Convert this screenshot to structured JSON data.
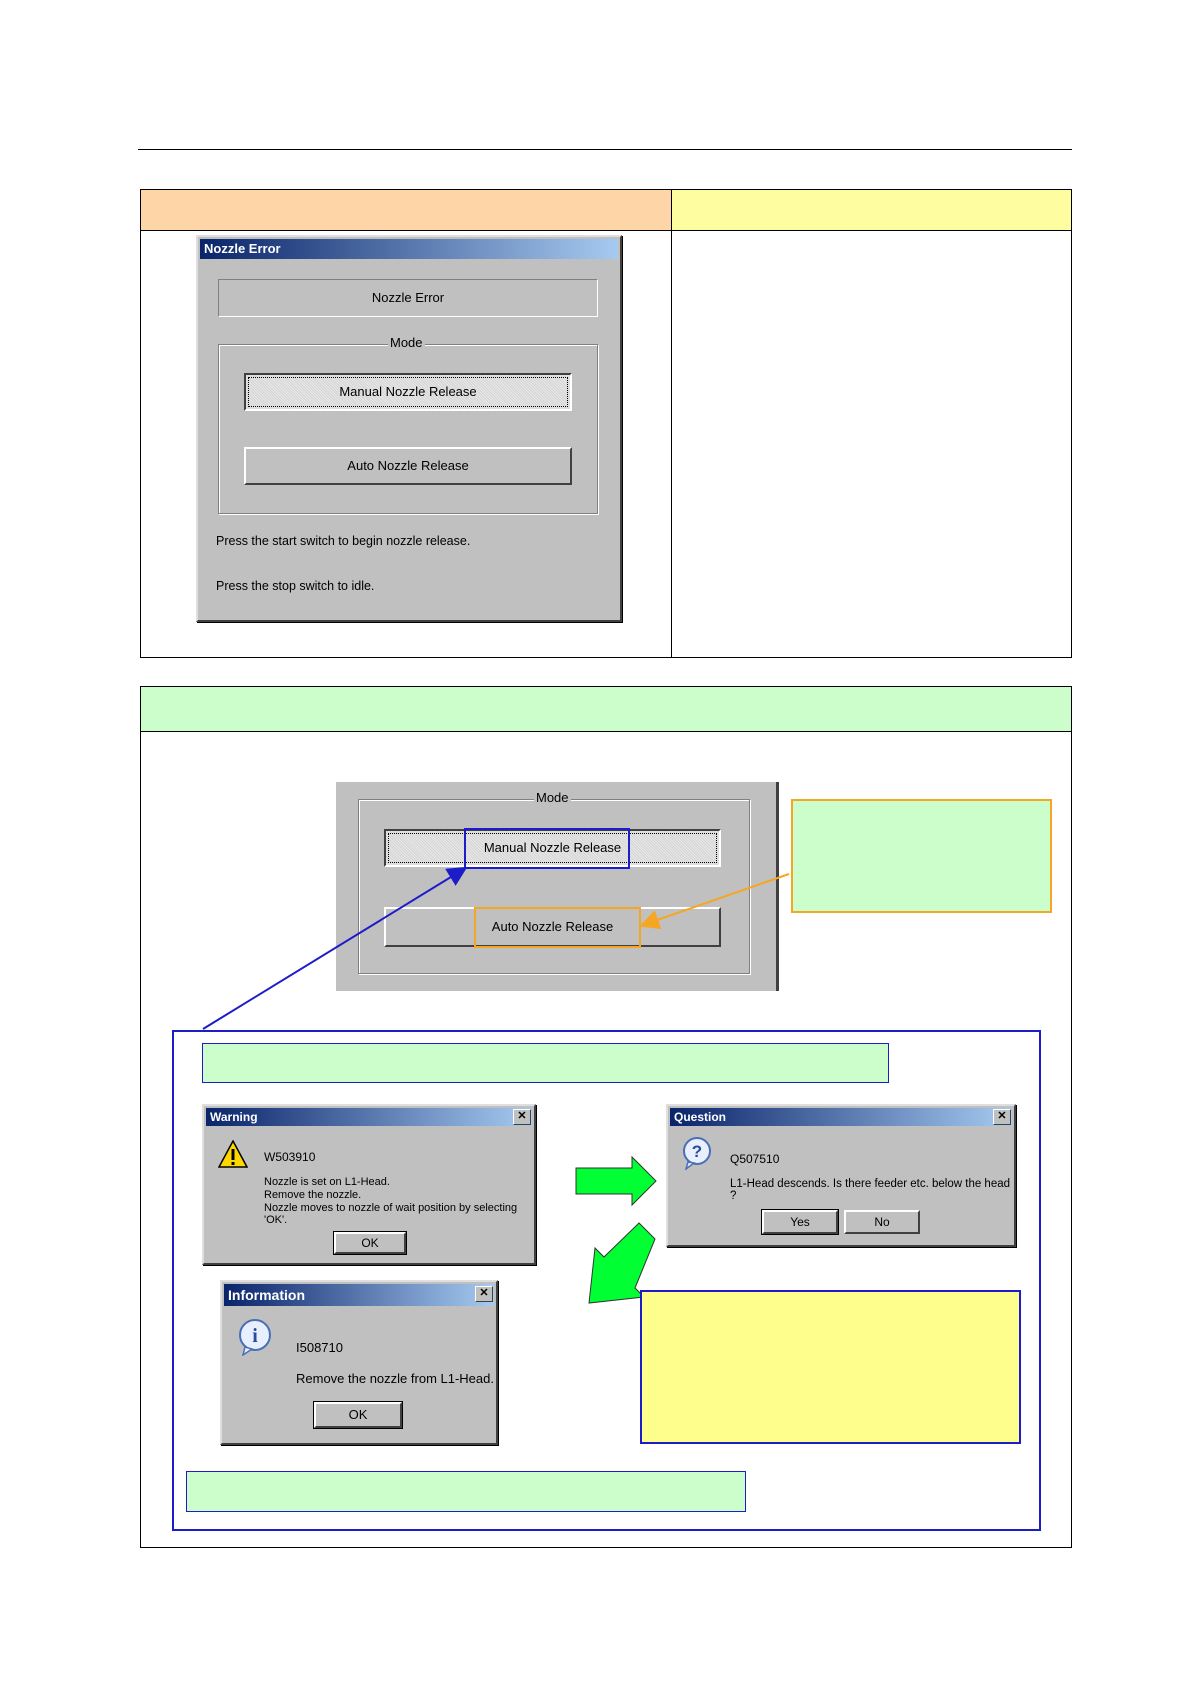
{
  "top_dialog": {
    "title": "Nozzle Error",
    "status_text": "Nozzle Error",
    "mode_label": "Mode",
    "manual_button": "Manual Nozzle Release",
    "auto_button": "Auto Nozzle Release",
    "instruction_start": "Press the start switch to begin nozzle release.",
    "instruction_stop": "Press the stop switch to idle."
  },
  "mode_panel": {
    "mode_label": "Mode",
    "manual_button": "Manual Nozzle Release",
    "auto_button": "Auto Nozzle Release"
  },
  "warning_dialog": {
    "title": "Warning",
    "close": "✕",
    "code": "W503910",
    "line1": "Nozzle is set on L1-Head.",
    "line2": "Remove the nozzle.",
    "line3": "Nozzle moves to nozzle of wait position by selecting 'OK'.",
    "ok": "OK"
  },
  "question_dialog": {
    "title": "Question",
    "close": "✕",
    "code": "Q507510",
    "message": "L1-Head descends. Is there feeder etc. below the head ?",
    "yes": "Yes",
    "no": "No"
  },
  "information_dialog": {
    "title": "Information",
    "close": "✕",
    "code": "I508710",
    "message": "Remove the nozzle from L1-Head.",
    "ok": "OK"
  },
  "colors": {
    "orange_header": "#fdd5a6",
    "yellow_header": "#fefea0",
    "green_header": "#ccfecc",
    "callout_blue": "#1c1cc8",
    "callout_orange": "#f5a623",
    "arrow_green": "#00ff33"
  },
  "icons": [
    "warning-icon",
    "question-icon",
    "information-icon",
    "close-icon"
  ]
}
